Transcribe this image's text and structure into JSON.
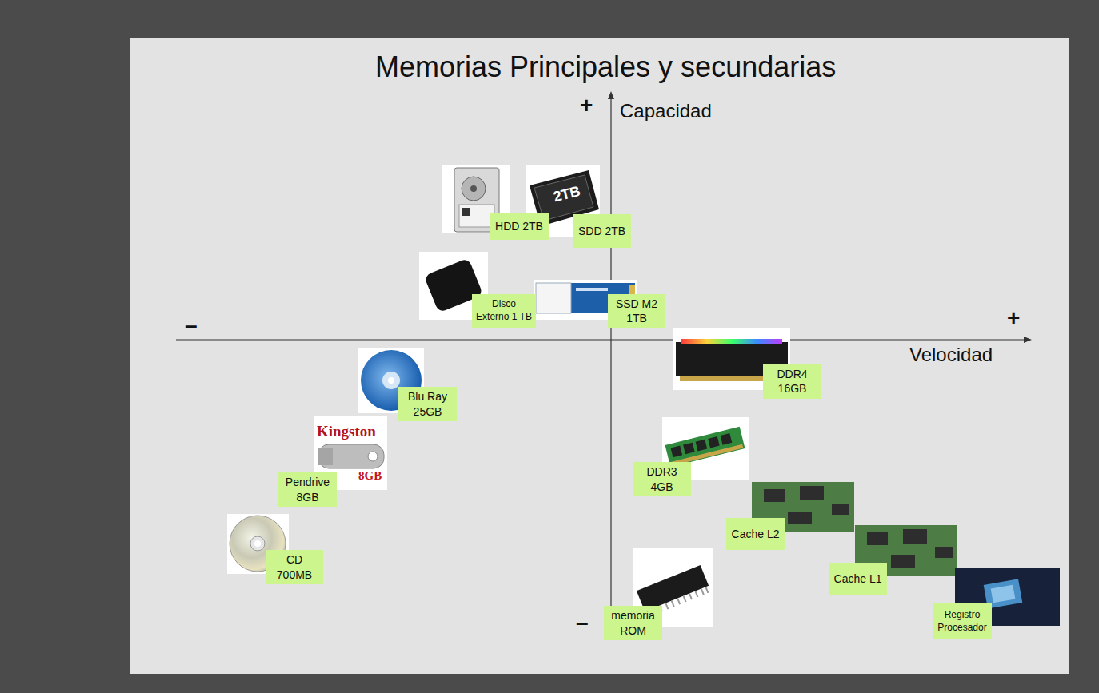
{
  "diagram": {
    "title": "Memorias Principales y secundarias",
    "nodes": [
      {
        "text": [
          "HDD 2TB"
        ]
      },
      {
        "text": [
          "SDD 2TB"
        ]
      },
      {
        "text": [
          "Disco Externo 1 TB"
        ]
      },
      {
        "text": [
          "SSD M2 1TB"
        ]
      },
      {
        "text": [
          "DDR4 16GB"
        ]
      },
      {
        "text": [
          "Blu Ray 25GB"
        ]
      },
      {
        "text": [
          "DDR3 4GB"
        ]
      },
      {
        "text": [
          "Pendrive 8GB"
        ]
      },
      {
        "text": [
          "Cache L2"
        ]
      },
      {
        "text": [
          "CD 700MB"
        ]
      },
      {
        "text": [
          "Cache L1"
        ]
      },
      {
        "text": [
          "memoria ROM"
        ]
      },
      {
        "text": [
          "Registro Procesador"
        ]
      }
    ],
    "labels": [
      "+",
      "Capacidad",
      "–",
      "+",
      "Velocidad",
      "–",
      "2TB",
      "Kingston",
      "8GB"
    ]
  }
}
